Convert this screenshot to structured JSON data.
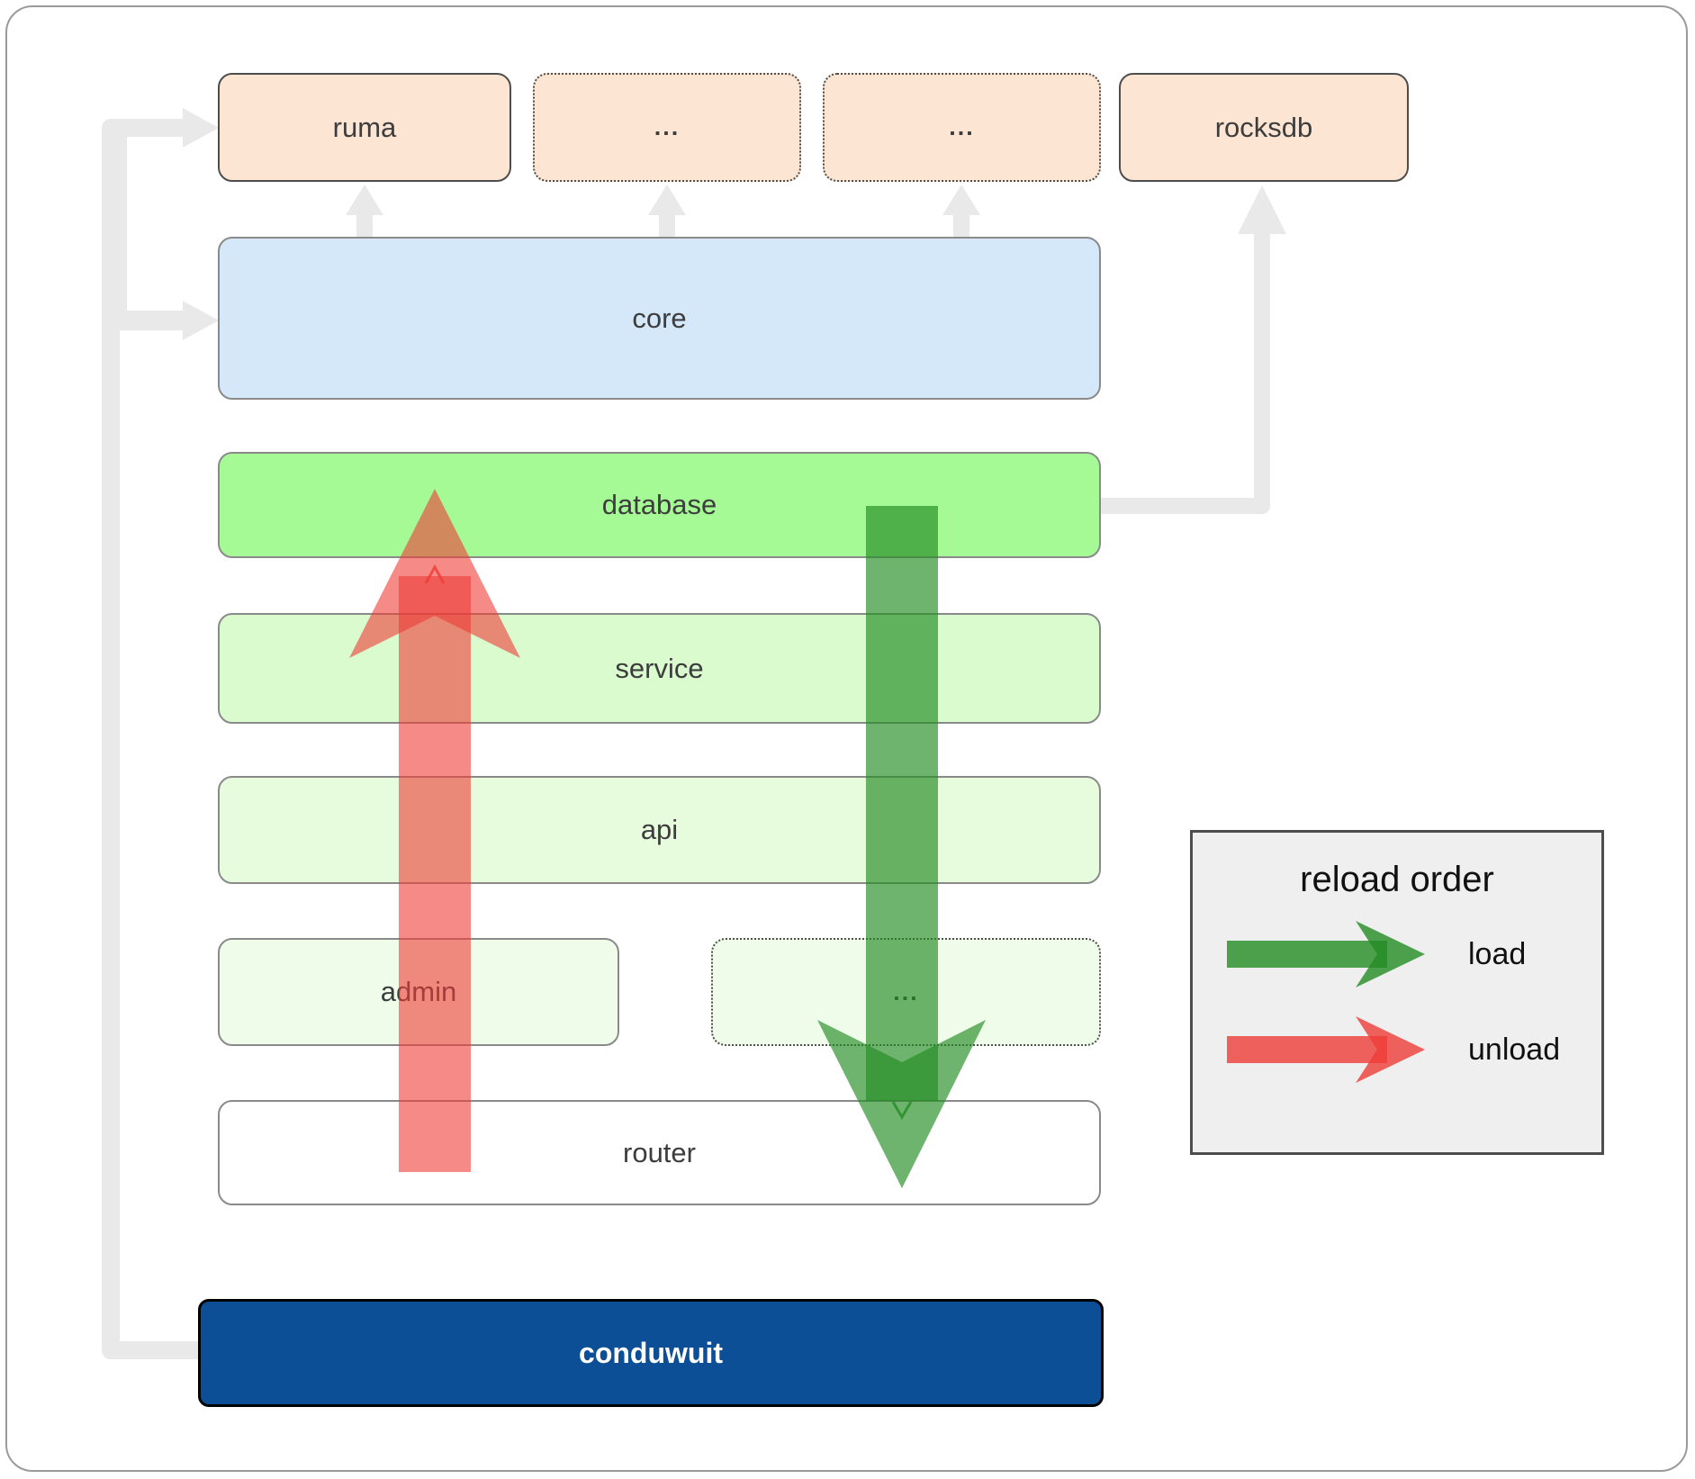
{
  "boxes": {
    "ruma": {
      "label": "ruma"
    },
    "crate_dots_1": {
      "label": "..."
    },
    "crate_dots_2": {
      "label": "..."
    },
    "rocksdb": {
      "label": "rocksdb"
    },
    "core": {
      "label": "core"
    },
    "database": {
      "label": "database"
    },
    "service": {
      "label": "service"
    },
    "api": {
      "label": "api"
    },
    "admin": {
      "label": "admin"
    },
    "service_dots": {
      "label": "..."
    },
    "router": {
      "label": "router"
    },
    "conduwuit": {
      "label": "conduwuit"
    }
  },
  "legend": {
    "title": "reload order",
    "items": [
      {
        "label": "load"
      },
      {
        "label": "unload"
      }
    ]
  },
  "colors": {
    "peach": "#fce5d2",
    "core_blue": "#d5e8fa",
    "database_green": "#a5fa95",
    "service_green": "#d9fbce",
    "api_green": "#e6fcdd",
    "faint_green": "#effce9",
    "conduwuit_blue": "#0d4f96",
    "load_green": "#238c23",
    "unload_red": "#ee3c37",
    "connector_gray": "#e9e9e9"
  }
}
